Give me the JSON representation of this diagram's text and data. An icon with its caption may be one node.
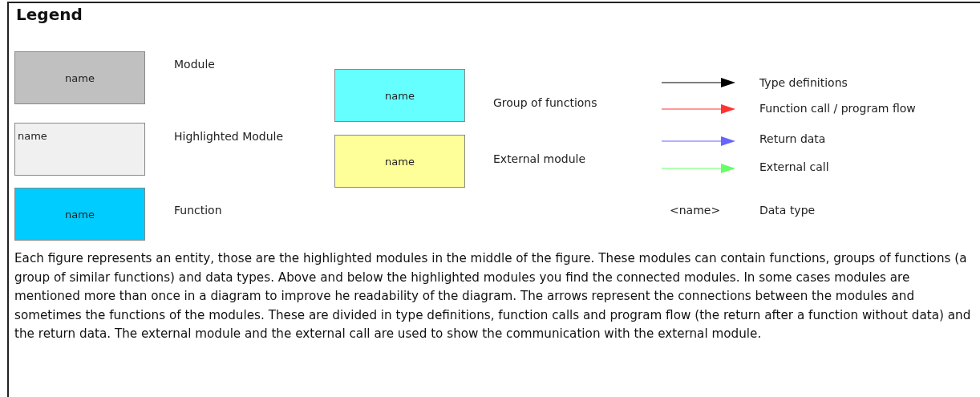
{
  "diagram": {
    "title": "Legend",
    "caption": "Each figure represents an entity, those are the highlighted modules in the middle of the figure. These modules can contain functions, groups of functions (a group of similar functions) and data types. Above and below the highlighted modules you find the connected modules. In some cases modules are mentioned more than once in a diagram to improve he readability of the diagram. The arrows represent the connections between the modules and sometimes the functions of the modules. These are divided in type definitions, function calls and program flow (the return after a function without data) and the return data. The external module and the external call are used to show the communication with the external module.",
    "labels": [
      "name",
      "name",
      "name",
      "name",
      "name",
      "<name>"
    ],
    "legend": [
      {
        "text": "Module",
        "color": "#c0c0c0"
      },
      {
        "text": "Highlighted Module",
        "color": "#f0f0f0"
      },
      {
        "text": "Function",
        "color": "#00ccff"
      },
      {
        "text": "Group of functions",
        "color": "#66ffff"
      },
      {
        "text": "External module",
        "color": "#ffff99"
      },
      {
        "text": "Type definitions"
      },
      {
        "text": "Function call / program flow"
      },
      {
        "text": "Return data"
      },
      {
        "text": "External call"
      },
      {
        "text": "Data type"
      }
    ]
  }
}
